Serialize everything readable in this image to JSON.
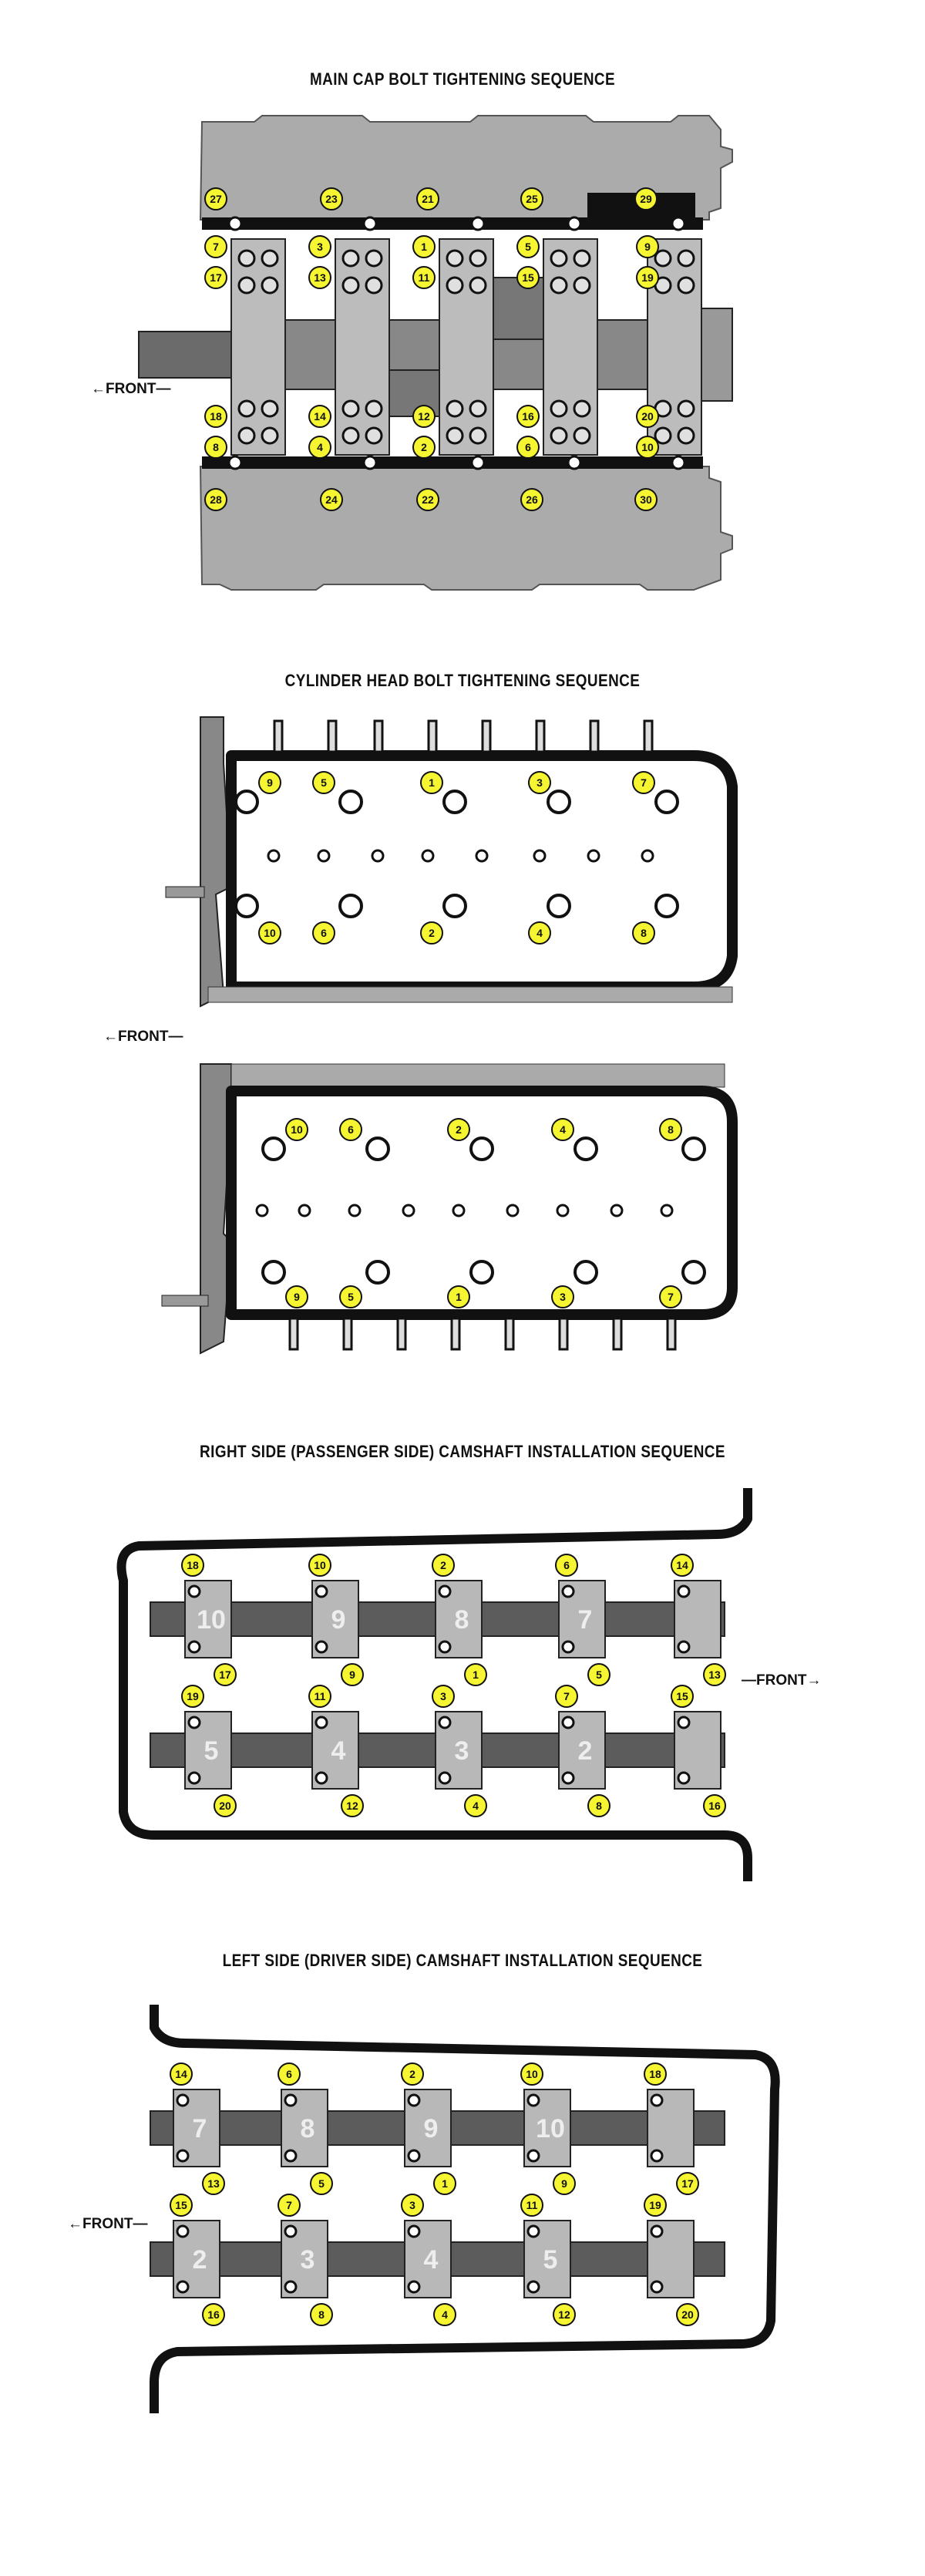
{
  "titles": {
    "main_cap": "MAIN CAP BOLT TIGHTENING SEQUENCE",
    "cylinder_head": "CYLINDER HEAD BOLT TIGHTENING SEQUENCE",
    "right_cam": "RIGHT SIDE (PASSENGER SIDE) CAMSHAFT INSTALLATION SEQUENCE",
    "left_cam": "LEFT SIDE (DRIVER SIDE) CAMSHAFT INSTALLATION SEQUENCE"
  },
  "front_label": "FRONT",
  "colors": {
    "badge": "#f5f532",
    "metal": "#aaaaaa",
    "outline": "#000000",
    "shaft": "#5a5a5a"
  },
  "main_cap": {
    "outer_top": [
      "27",
      "23",
      "21",
      "25",
      "29"
    ],
    "inner_top": [
      "7",
      "3",
      "1",
      "5",
      "9"
    ],
    "upper_mid": [
      "17",
      "13",
      "11",
      "15",
      "19"
    ],
    "lower_mid": [
      "18",
      "14",
      "12",
      "16",
      "20"
    ],
    "inner_bottom": [
      "8",
      "4",
      "2",
      "6",
      "10"
    ],
    "outer_bottom": [
      "28",
      "24",
      "22",
      "26",
      "30"
    ]
  },
  "cyl_head_upper": {
    "top": [
      "9",
      "5",
      "1",
      "3",
      "7"
    ],
    "bottom": [
      "10",
      "6",
      "2",
      "4",
      "8"
    ]
  },
  "cyl_head_lower": {
    "top": [
      "10",
      "6",
      "2",
      "4",
      "8"
    ],
    "bottom": [
      "9",
      "5",
      "1",
      "3",
      "7"
    ]
  },
  "right_cam": {
    "top_row_top": [
      "18",
      "10",
      "2",
      "6",
      "14"
    ],
    "top_row_bottom": [
      "17",
      "9",
      "1",
      "5",
      "13"
    ],
    "top_caps": [
      "10",
      "9",
      "8",
      "7"
    ],
    "bottom_row_top": [
      "19",
      "11",
      "3",
      "7",
      "15"
    ],
    "bottom_row_bottom": [
      "20",
      "12",
      "4",
      "8",
      "16"
    ],
    "bottom_caps": [
      "5",
      "4",
      "3",
      "2"
    ]
  },
  "left_cam": {
    "top_row_top": [
      "14",
      "6",
      "2",
      "10",
      "18"
    ],
    "top_row_bottom": [
      "13",
      "5",
      "1",
      "9",
      "17"
    ],
    "top_caps": [
      "7",
      "8",
      "9",
      "10"
    ],
    "bottom_row_top": [
      "15",
      "7",
      "3",
      "11",
      "19"
    ],
    "bottom_row_bottom": [
      "16",
      "8",
      "4",
      "12",
      "20"
    ],
    "bottom_caps": [
      "2",
      "3",
      "4",
      "5"
    ]
  }
}
